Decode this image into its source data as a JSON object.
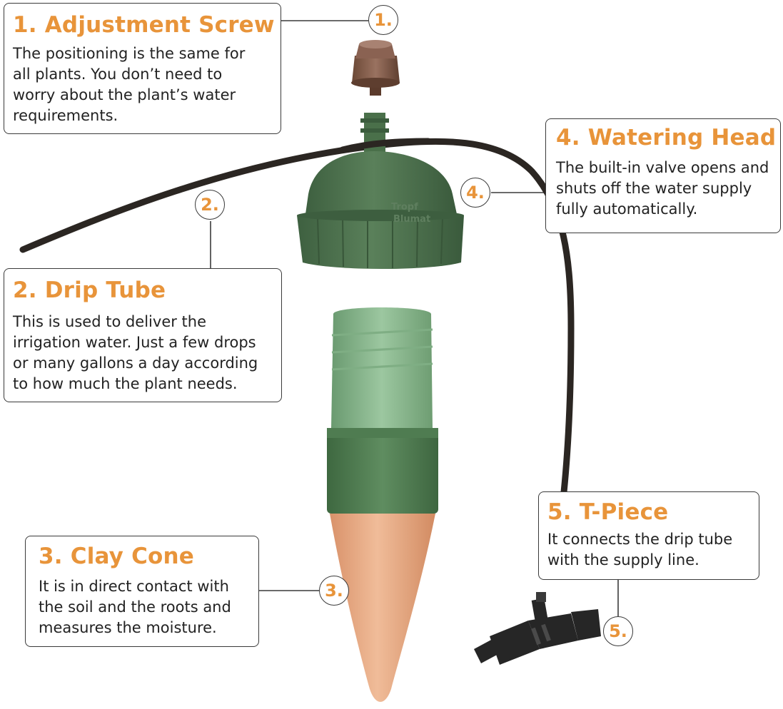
{
  "parts": [
    {
      "number": "1.",
      "title": "1. Adjustment Screw",
      "description": "The positioning is the same for all plants. You don’t need to worry about the plant’s water requirements."
    },
    {
      "number": "2.",
      "title": "2. Drip Tube",
      "description": "This is used to deliver the irrigation water. Just a few drops or many gallons a day according to how much the plant needs."
    },
    {
      "number": "3.",
      "title": "3. Clay Cone",
      "description": "It is in direct contact with the soil and the roots and measures the moisture."
    },
    {
      "number": "4.",
      "title": "4. Watering Head",
      "description": "The built-in valve opens and shuts off the water supply fully automatically."
    },
    {
      "number": "5.",
      "title": "5. T-Piece",
      "description": "It connects the drip tube with the supply line."
    }
  ],
  "logo": {
    "line1": "Tropf",
    "line2": "Blumat"
  },
  "colors": {
    "accent": "#e8943a",
    "green": "#4b7049",
    "clay": "#e2a580",
    "tube": "#2b2622"
  }
}
